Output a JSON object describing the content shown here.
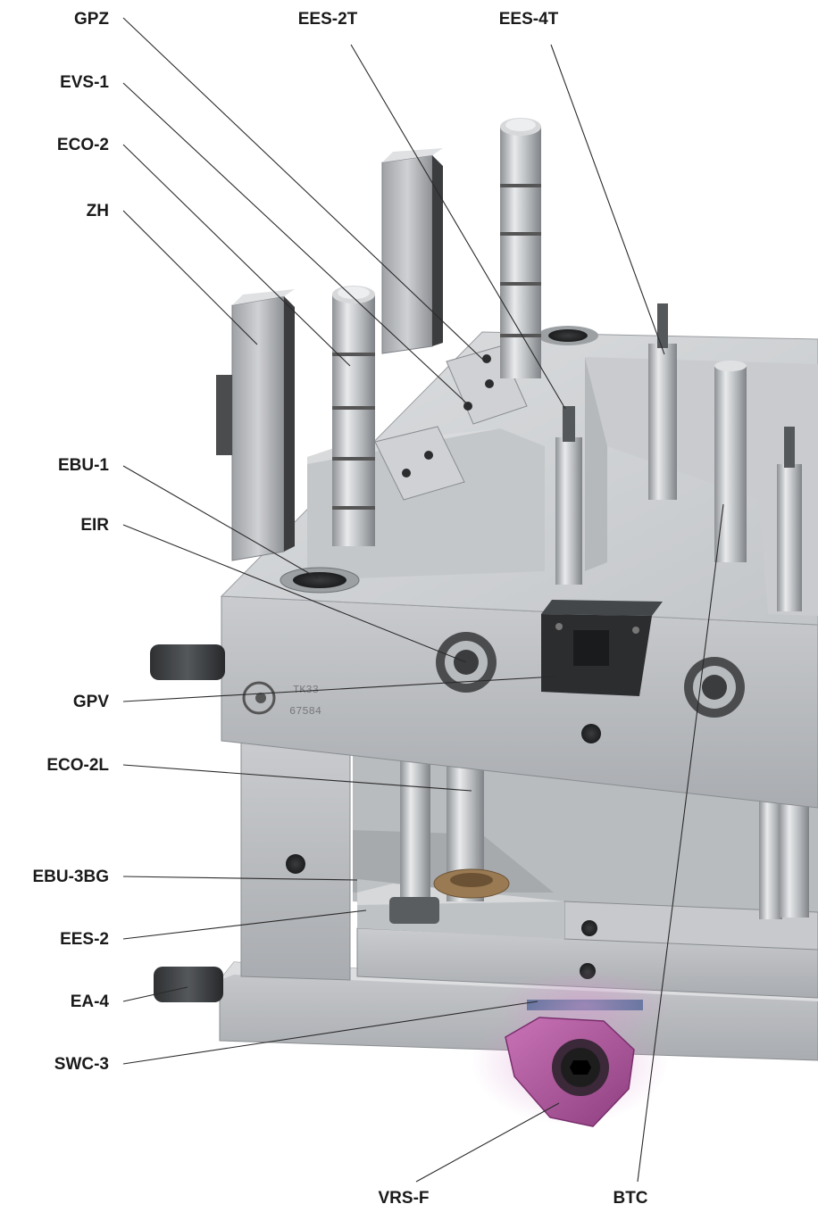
{
  "callouts": [
    {
      "id": "gpz",
      "text": "GPZ"
    },
    {
      "id": "ees2t",
      "text": "EES-2T"
    },
    {
      "id": "ees4t",
      "text": "EES-4T"
    },
    {
      "id": "evs1",
      "text": "EVS-1"
    },
    {
      "id": "eco2",
      "text": "ECO-2"
    },
    {
      "id": "zh",
      "text": "ZH"
    },
    {
      "id": "ebu1",
      "text": "EBU-1"
    },
    {
      "id": "eir",
      "text": "EIR"
    },
    {
      "id": "gpv",
      "text": "GPV"
    },
    {
      "id": "eco2l",
      "text": "ECO-2L"
    },
    {
      "id": "ebu3bg",
      "text": "EBU-3BG"
    },
    {
      "id": "ees2",
      "text": "EES-2"
    },
    {
      "id": "ea4",
      "text": "EA-4"
    },
    {
      "id": "swc3",
      "text": "SWC-3"
    },
    {
      "id": "vrsf",
      "text": "VRS-F"
    },
    {
      "id": "btc",
      "text": "BTC"
    }
  ],
  "plate_marking": {
    "line1": "TK33",
    "line2": "67584"
  },
  "colors": {
    "steel_light": "#d2d4d6",
    "steel_mid": "#b4b7ba",
    "steel_dark": "#8a8d90",
    "clamp_purple": "#b0589e",
    "text": "#1a1a1a"
  }
}
